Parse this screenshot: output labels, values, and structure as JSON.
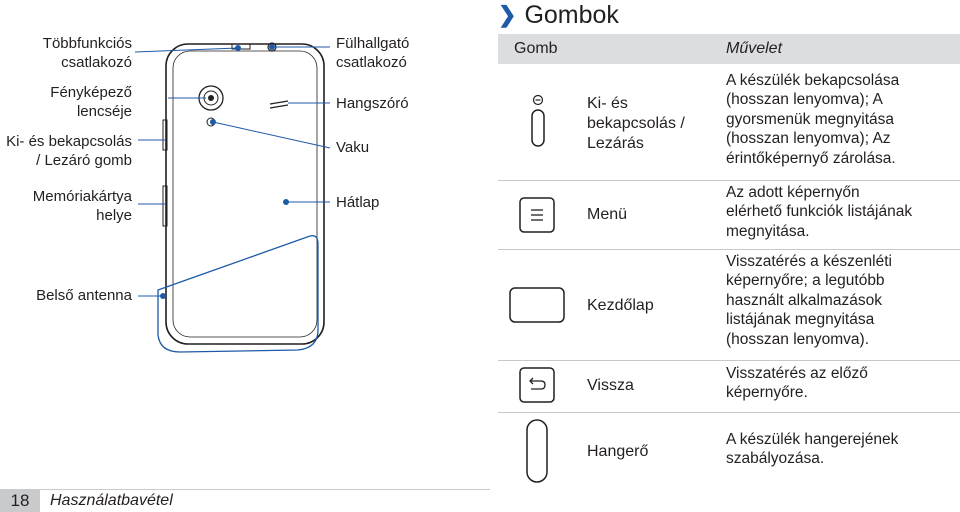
{
  "diagram": {
    "left_labels": {
      "multifunction": [
        "Többfunkciós",
        "csatlakozó"
      ],
      "camera": [
        "Fényképező",
        "lencséje"
      ],
      "power": [
        "Ki- és bekapcsolás",
        "/ Lezáró gomb"
      ],
      "memory": [
        "Memóriakártya",
        "helye"
      ],
      "antenna": [
        "Belső antenna"
      ]
    },
    "right_labels": {
      "headset": [
        "Fülhallgató",
        "csatlakozó"
      ],
      "speaker": [
        "Hangszóró"
      ],
      "flash": [
        "Vaku"
      ],
      "back_cover": [
        "Hátlap"
      ]
    },
    "colors": {
      "callout": "#1e5aa8",
      "line": "#231f20"
    }
  },
  "section": {
    "title": "Gombok",
    "chevron_icon": "chevron-right-icon"
  },
  "table": {
    "headers": {
      "button": "Gomb",
      "action": "Művelet"
    },
    "rows": [
      {
        "icon": "power-key-icon",
        "name": [
          "Ki- és",
          "bekapcsolás /",
          "Lezárás"
        ],
        "desc": [
          "A készülék bekapcsolása",
          "(hosszan lenyomva); A",
          "gyorsmenük megnyitása",
          "(hosszan lenyomva); Az",
          "érintőképernyő zárolása."
        ]
      },
      {
        "icon": "menu-key-icon",
        "name": [
          "Menü"
        ],
        "desc": [
          "Az adott képernyőn",
          "elérhető funkciók listájának",
          "megnyitása."
        ]
      },
      {
        "icon": "home-key-icon",
        "name": [
          "Kezdőlap"
        ],
        "desc": [
          "Visszatérés a készenléti",
          "képernyőre; a legutóbb",
          "használt alkalmazások",
          "listájának megnyitása",
          "(hosszan lenyomva)."
        ]
      },
      {
        "icon": "back-key-icon",
        "name": [
          "Vissza"
        ],
        "desc": [
          "Visszatérés az előző",
          "képernyőre."
        ]
      },
      {
        "icon": "volume-key-icon",
        "name": [
          "Hangerő"
        ],
        "desc": [
          "A készülék hangerejének",
          "szabályozása."
        ]
      }
    ]
  },
  "footer": {
    "page_number": "18",
    "chapter": "Használatbavétel"
  }
}
